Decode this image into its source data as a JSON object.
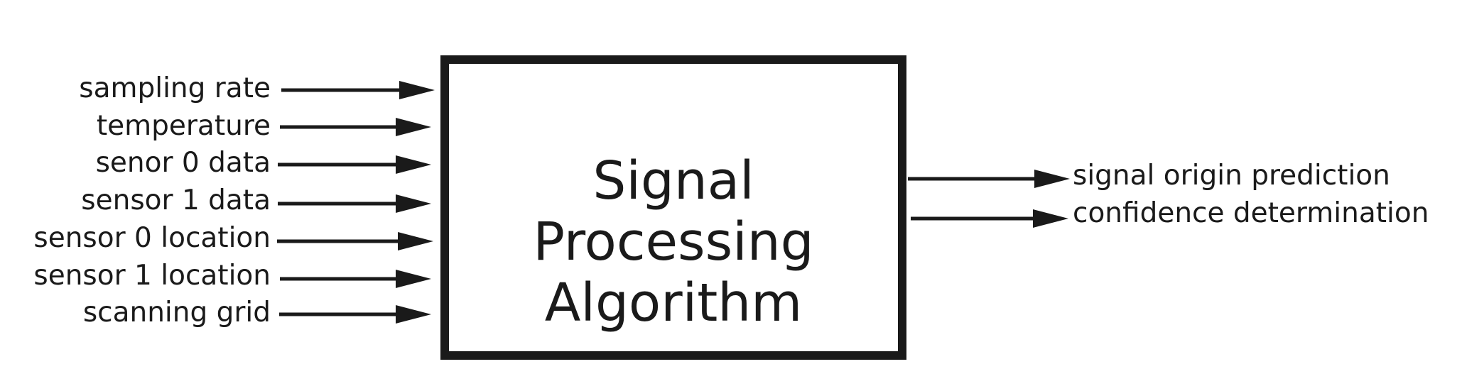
{
  "diagram": {
    "process_title_line1": "Signal Processing",
    "process_title_line2": "Algorithm",
    "inputs": [
      "sampling rate",
      "temperature",
      "senor 0 data",
      "sensor 1 data",
      "sensor 0 location",
      "sensor 1 location",
      "scanning grid"
    ],
    "outputs": [
      "signal origin prediction",
      "confidence determination"
    ],
    "colors": {
      "stroke": "#1a1a1a",
      "background": "#ffffff"
    }
  }
}
